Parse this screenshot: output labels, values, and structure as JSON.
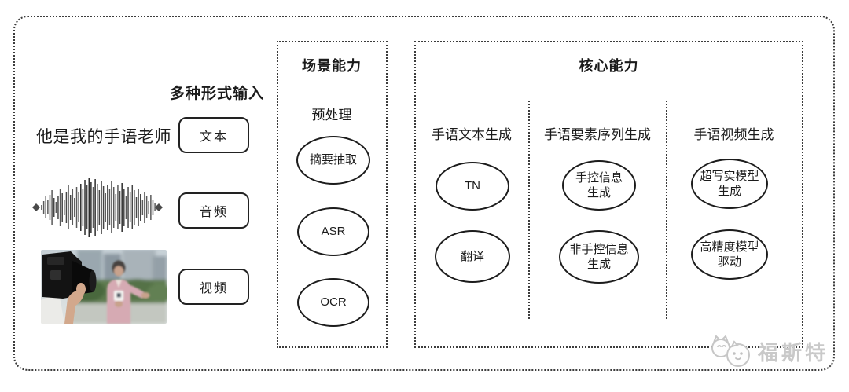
{
  "colors": {
    "stroke": "#1b1b1b",
    "dotted_border": "#3c3c3c",
    "watermark_gray": "#c9c9c9",
    "background": "#ffffff"
  },
  "input_section": {
    "heading": "多种形式输入",
    "sentence": "他是我的手语老师",
    "types": [
      "文本",
      "音频",
      "视频"
    ]
  },
  "scene_box": {
    "title": "场景能力",
    "subtitle": "预处理",
    "nodes": [
      {
        "lines": [
          "摘要抽取"
        ]
      },
      {
        "lines": [
          "ASR"
        ]
      },
      {
        "lines": [
          "OCR"
        ]
      }
    ]
  },
  "core_box": {
    "title": "核心能力",
    "columns": [
      {
        "header": "手语文本生成",
        "nodes": [
          {
            "lines": [
              "TN"
            ]
          },
          {
            "lines": [
              "翻译"
            ]
          }
        ]
      },
      {
        "header": "手语要素序列生成",
        "nodes": [
          {
            "lines": [
              "手控信息",
              "生成"
            ]
          },
          {
            "lines": [
              "非手控信息",
              "生成"
            ]
          }
        ]
      },
      {
        "header": "手语视频生成",
        "nodes": [
          {
            "lines": [
              "超写实模型",
              "生成"
            ]
          },
          {
            "lines": [
              "高精度模型",
              "驱动"
            ]
          }
        ]
      }
    ]
  },
  "watermark": {
    "text": "福斯特"
  }
}
